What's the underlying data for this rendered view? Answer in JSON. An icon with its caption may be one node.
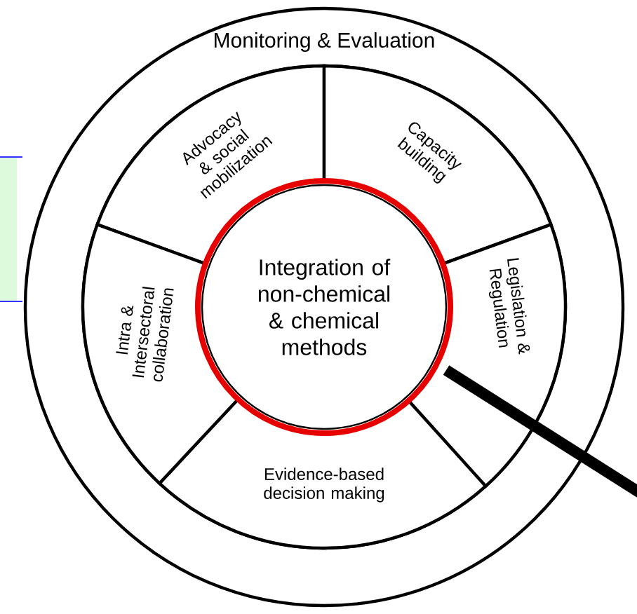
{
  "diagram": {
    "nodes": [
      {
        "text": [
          "Monitoring & Evaluation"
        ]
      },
      {
        "text": [
          "Advocacy & social mobilization"
        ],
        "in": 0
      },
      {
        "text": [
          "Capacity building"
        ],
        "in": 0
      },
      {
        "text": [
          "Legislation & Regulation"
        ],
        "in": 0
      },
      {
        "text": [
          "Evidence-based decision making"
        ],
        "in": 0
      },
      {
        "text": [
          "Intra & Intersectoral collaboration"
        ],
        "in": 0
      },
      {
        "text": [
          "Integration of non-chemical & chemical methods"
        ],
        "in": 0
      }
    ]
  }
}
